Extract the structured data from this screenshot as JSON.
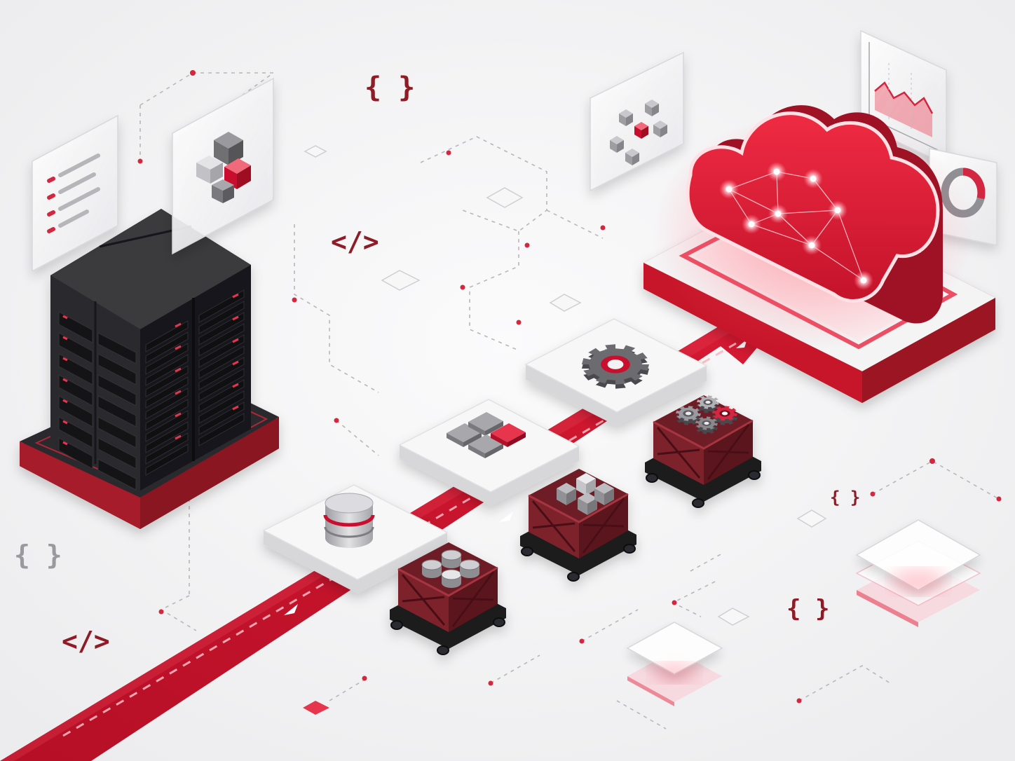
{
  "colors": {
    "background": "#f3f3f4",
    "accent_red": "#c8102e",
    "dark_red": "#8e1c26",
    "server_black": "#232326",
    "tile_white": "#f7f7f8",
    "gray": "#9a9a9e",
    "glass": "#ffffff"
  },
  "code_symbols": {
    "braces_top": "{ }",
    "tag_mid": "</>",
    "braces_left": "{ }",
    "tag_bottom": "</>",
    "braces_right_small": "{ }",
    "braces_right": "{ }"
  },
  "icons": {
    "server": "server-rack-icon",
    "cloud": "cloud-network-icon",
    "database": "database-icon",
    "modules": "module-grid-icon",
    "settings": "gear-icon",
    "crate": "crate-cart-icon",
    "list_panel": "document-list-icon",
    "cubes_panel": "cubes-icon",
    "chart_panel": "line-chart-icon",
    "donut_panel": "donut-chart-icon",
    "layers": "layers-icon"
  },
  "pipeline": {
    "stages": [
      "database",
      "modules",
      "settings"
    ],
    "crates": [
      "storage-crate",
      "module-crate",
      "gear-crate"
    ]
  }
}
